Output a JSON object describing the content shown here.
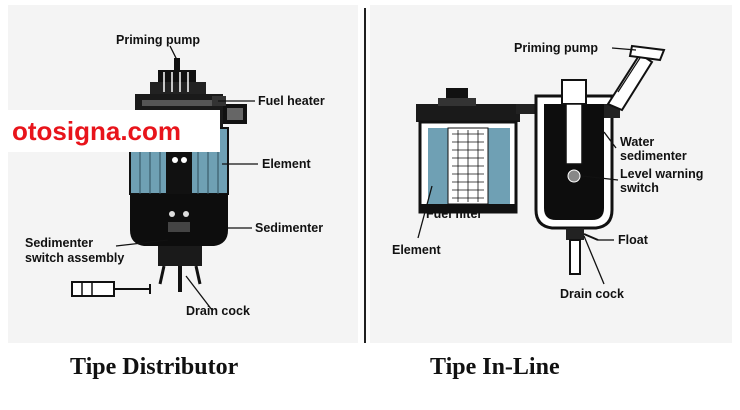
{
  "watermark": "otosigna.com",
  "distributor": {
    "caption": "Tipe Distributor",
    "labels": {
      "priming_pump": "Priming pump",
      "fuel_heater": "Fuel heater",
      "element": "Element",
      "sedimenter": "Sedimenter",
      "sedimenter_switch_line1": "Sedimenter",
      "sedimenter_switch_line2": "switch assembly",
      "drain_cock": "Drain cock"
    }
  },
  "inline": {
    "caption": "Tipe In-Line",
    "labels": {
      "priming_pump": "Priming pump",
      "water_sedimenter_line1": "Water",
      "water_sedimenter_line2": "sedimenter",
      "level_warning_line1": "Level warning",
      "level_warning_line2": "switch",
      "fuel_filter": "Fuel filter",
      "element": "Element",
      "float": "Float",
      "drain_cock": "Drain cock"
    }
  },
  "colors": {
    "element_fill": "#6fa0b4",
    "ink": "#111111",
    "watermark_text": "#e8141b"
  }
}
